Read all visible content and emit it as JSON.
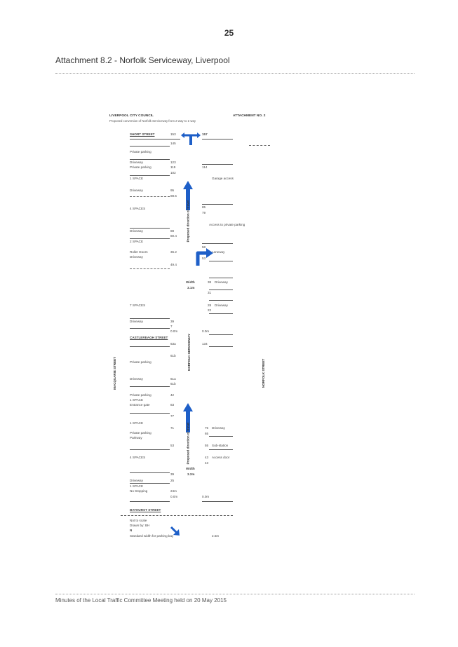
{
  "page": {
    "page_number": "25",
    "title": "Attachment 8.2 - Norfolk Serviceway, Liverpool",
    "footer": "Minutes of the Local Traffic Committee Meeting held on 20 May 2015"
  },
  "diagram": {
    "header_left": "LIVERPOOL CITY COUNCIL",
    "header_right": "ATTACHMENT NO. 2",
    "header_sub": "Proposed conversion of Norfolk Serviceway from 2-way to 1-way",
    "street_short": "SHORT STREET",
    "street_castlereagh": "CASTLEREAGH STREET",
    "street_bathurst": "BATHURST STREET",
    "street_macquarie": "MACQUARIE STREET",
    "street_norfolk": "NORFOLK STREET",
    "serviceway": "NORFOLK SERVICEWAY",
    "direction_label_1": "Proposed direction of travel",
    "direction_label_2": "Proposed direction of travel",
    "width_1_a": "Width",
    "width_1_b": "3.1m",
    "width_2_a": "Width",
    "width_2_b": "3.2m",
    "left_labels": [
      "Private parking",
      "Driveway",
      "Private parking",
      "1 SPACE",
      "Driveway",
      "4 SPACES",
      "Driveway",
      "2 SPACE",
      "Roller Doors",
      "Driveway",
      "7 SPACES",
      "Driveway",
      "Private parking",
      "Driveway",
      "Private parking",
      "1 SPACE",
      "Entrance gate",
      "1 SPACE",
      "Private parking",
      "Parkway",
      "4 SPACES",
      "Driveway",
      "1 SPACE",
      "No Stopping"
    ],
    "left_numbers": [
      "153",
      "145",
      "123",
      "119",
      "102",
      "95",
      "88.5",
      "88",
      "80.4",
      "36.2",
      "49.4",
      "39",
      "7",
      "0.0m",
      "63a",
      "61b",
      "61a",
      "61b",
      "42",
      "83",
      "77",
      "71",
      "53",
      "39",
      "25",
      "24m",
      "0.0m"
    ],
    "right_labels": [
      "Garage access",
      "Access to private parking",
      "Laneway",
      "Driveway",
      "Driveway",
      "Driveway",
      "Sub-station",
      "Access door"
    ],
    "right_numbers": [
      "157",
      "114",
      "85",
      "79",
      "58",
      "53",
      "38",
      "31",
      "28",
      "22",
      "0.0m",
      "134",
      "75",
      "65",
      "55",
      "43",
      "43",
      "0.0m"
    ],
    "legend_1": "Not to scale",
    "legend_2": "Drawn by: BH",
    "legend_3": "N",
    "legend_4": "Standard width for parking bay",
    "legend_4_value": "2.5m"
  }
}
